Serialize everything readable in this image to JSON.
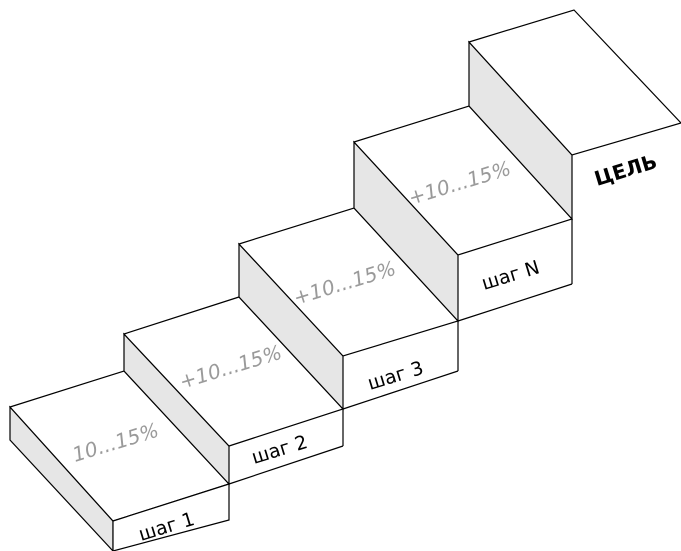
{
  "diagram": {
    "steps": [
      {
        "name": "шаг 1",
        "increase": "10...15%"
      },
      {
        "name": "шаг 2",
        "increase": "+10...15%"
      },
      {
        "name": "шаг 3",
        "increase": "+10...15%"
      },
      {
        "name": "шаг N",
        "increase": "+10...15%"
      }
    ],
    "goal": "ЦЕЛЬ",
    "colors": {
      "riser": "#e6e6e6",
      "percent_text": "#9a9a9a",
      "outline": "#000000"
    }
  }
}
